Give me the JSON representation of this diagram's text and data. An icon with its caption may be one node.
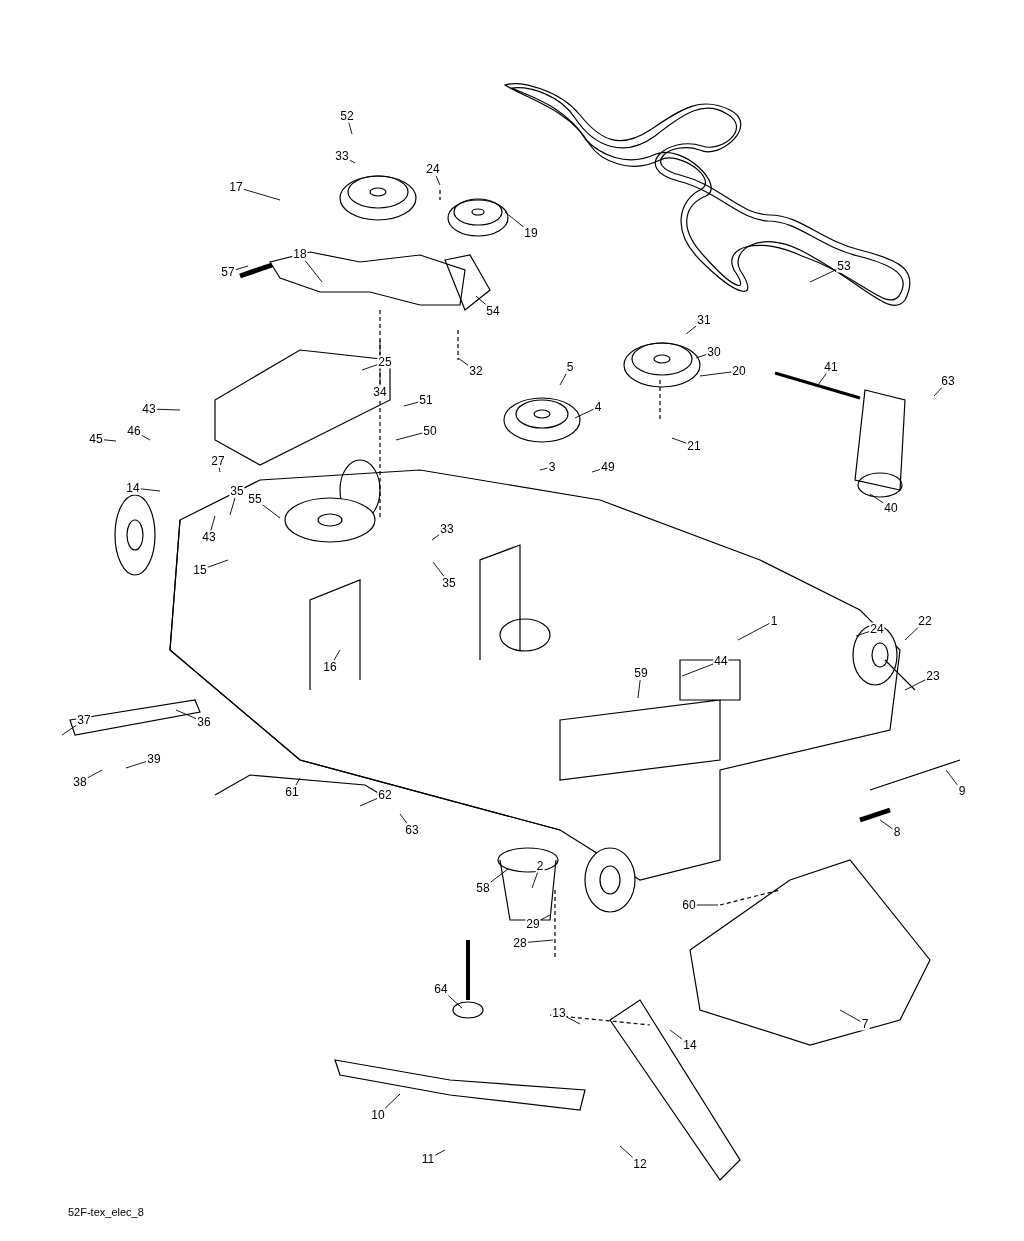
{
  "diagram": {
    "nodes": [
      {
        "text": [
          "52"
        ]
      },
      {
        "text": [
          "33"
        ]
      },
      {
        "text": [
          "24"
        ]
      },
      {
        "text": [
          "17"
        ]
      },
      {
        "text": [
          "19"
        ]
      },
      {
        "text": [
          "57"
        ]
      },
      {
        "text": [
          "18"
        ]
      },
      {
        "text": [
          "53"
        ]
      },
      {
        "text": [
          "54"
        ]
      },
      {
        "text": [
          "31"
        ]
      },
      {
        "text": [
          "30"
        ]
      },
      {
        "text": [
          "20"
        ]
      },
      {
        "text": [
          "34"
        ]
      },
      {
        "text": [
          "32"
        ]
      },
      {
        "text": [
          "25"
        ]
      },
      {
        "text": [
          "5"
        ]
      },
      {
        "text": [
          "4"
        ]
      },
      {
        "text": [
          "41"
        ]
      },
      {
        "text": [
          "63"
        ]
      },
      {
        "text": [
          "43"
        ]
      },
      {
        "text": [
          "51"
        ]
      },
      {
        "text": [
          "50"
        ]
      },
      {
        "text": [
          "45"
        ]
      },
      {
        "text": [
          "46"
        ]
      },
      {
        "text": [
          "27"
        ]
      },
      {
        "text": [
          "3"
        ]
      },
      {
        "text": [
          "49"
        ]
      },
      {
        "text": [
          "21"
        ]
      },
      {
        "text": [
          "40"
        ]
      },
      {
        "text": [
          "14"
        ]
      },
      {
        "text": [
          "35"
        ]
      },
      {
        "text": [
          "43"
        ]
      },
      {
        "text": [
          "55"
        ]
      },
      {
        "text": [
          "33"
        ]
      },
      {
        "text": [
          "35"
        ]
      },
      {
        "text": [
          "15"
        ]
      },
      {
        "text": [
          "1"
        ]
      },
      {
        "text": [
          "24"
        ]
      },
      {
        "text": [
          "22"
        ]
      },
      {
        "text": [
          "16"
        ]
      },
      {
        "text": [
          "44"
        ]
      },
      {
        "text": [
          "59"
        ]
      },
      {
        "text": [
          "23"
        ]
      },
      {
        "text": [
          "37"
        ]
      },
      {
        "text": [
          "36"
        ]
      },
      {
        "text": [
          "39"
        ]
      },
      {
        "text": [
          "38"
        ]
      },
      {
        "text": [
          "61"
        ]
      },
      {
        "text": [
          "62"
        ]
      },
      {
        "text": [
          "63"
        ]
      },
      {
        "text": [
          "9"
        ]
      },
      {
        "text": [
          "8"
        ]
      },
      {
        "text": [
          "58"
        ]
      },
      {
        "text": [
          "2"
        ]
      },
      {
        "text": [
          "60"
        ]
      },
      {
        "text": [
          "29"
        ]
      },
      {
        "text": [
          "28"
        ]
      },
      {
        "text": [
          "64"
        ]
      },
      {
        "text": [
          "13"
        ]
      },
      {
        "text": [
          "14"
        ]
      },
      {
        "text": [
          "7"
        ]
      },
      {
        "text": [
          "10"
        ]
      },
      {
        "text": [
          "11"
        ]
      },
      {
        "text": [
          "12"
        ]
      }
    ],
    "edges": [
      {
        "from": 0,
        "to": null,
        "arrow": "none"
      },
      {
        "from": 1,
        "to": null,
        "arrow": "none"
      },
      {
        "from": 2,
        "to": null,
        "arrow": "none"
      },
      {
        "from": 3,
        "to": null,
        "arrow": "none"
      },
      {
        "from": 4,
        "to": null,
        "arrow": "none"
      },
      {
        "from": 5,
        "to": null,
        "arrow": "none"
      },
      {
        "from": 6,
        "to": null,
        "arrow": "none"
      },
      {
        "from": 7,
        "to": null,
        "arrow": "none"
      },
      {
        "from": 8,
        "to": null,
        "arrow": "none"
      },
      {
        "from": 9,
        "to": null,
        "arrow": "none"
      },
      {
        "from": 10,
        "to": null,
        "arrow": "none"
      },
      {
        "from": 11,
        "to": null,
        "arrow": "none"
      },
      {
        "from": 12,
        "to": null,
        "arrow": "none"
      },
      {
        "from": 13,
        "to": null,
        "arrow": "none"
      },
      {
        "from": 14,
        "to": null,
        "arrow": "none"
      },
      {
        "from": 15,
        "to": null,
        "arrow": "none"
      },
      {
        "from": 16,
        "to": null,
        "arrow": "none"
      },
      {
        "from": 17,
        "to": null,
        "arrow": "none"
      },
      {
        "from": 18,
        "to": null,
        "arrow": "none"
      },
      {
        "from": 19,
        "to": null,
        "arrow": "none"
      },
      {
        "from": 20,
        "to": null,
        "arrow": "none"
      },
      {
        "from": 21,
        "to": null,
        "arrow": "none"
      },
      {
        "from": 22,
        "to": null,
        "arrow": "none"
      },
      {
        "from": 23,
        "to": null,
        "arrow": "none"
      },
      {
        "from": 24,
        "to": null,
        "arrow": "none"
      },
      {
        "from": 25,
        "to": null,
        "arrow": "none"
      },
      {
        "from": 26,
        "to": null,
        "arrow": "none"
      },
      {
        "from": 27,
        "to": null,
        "arrow": "none"
      },
      {
        "from": 28,
        "to": null,
        "arrow": "none"
      },
      {
        "from": 29,
        "to": null,
        "arrow": "none"
      },
      {
        "from": 30,
        "to": null,
        "arrow": "none"
      },
      {
        "from": 31,
        "to": null,
        "arrow": "none"
      },
      {
        "from": 32,
        "to": null,
        "arrow": "none"
      },
      {
        "from": 33,
        "to": null,
        "arrow": "none"
      },
      {
        "from": 34,
        "to": null,
        "arrow": "none"
      },
      {
        "from": 35,
        "to": null,
        "arrow": "none"
      },
      {
        "from": 36,
        "to": null,
        "arrow": "none"
      },
      {
        "from": 37,
        "to": null,
        "arrow": "none"
      },
      {
        "from": 38,
        "to": null,
        "arrow": "none"
      },
      {
        "from": 39,
        "to": null,
        "arrow": "none"
      },
      {
        "from": 40,
        "to": null,
        "arrow": "none"
      },
      {
        "from": 41,
        "to": null,
        "arrow": "none"
      },
      {
        "from": 42,
        "to": null,
        "arrow": "none"
      },
      {
        "from": 43,
        "to": null,
        "arrow": "none"
      },
      {
        "from": 44,
        "to": null,
        "arrow": "none"
      },
      {
        "from": 45,
        "to": null,
        "arrow": "none"
      },
      {
        "from": 46,
        "to": null,
        "arrow": "none"
      },
      {
        "from": 47,
        "to": null,
        "arrow": "none"
      },
      {
        "from": 48,
        "to": null,
        "arrow": "none"
      },
      {
        "from": 49,
        "to": null,
        "arrow": "none"
      },
      {
        "from": 50,
        "to": null,
        "arrow": "none"
      },
      {
        "from": 51,
        "to": null,
        "arrow": "none"
      },
      {
        "from": 52,
        "to": null,
        "arrow": "none"
      },
      {
        "from": 53,
        "to": null,
        "arrow": "none"
      },
      {
        "from": 54,
        "to": null,
        "arrow": "none"
      },
      {
        "from": 55,
        "to": null,
        "arrow": "none"
      },
      {
        "from": 56,
        "to": null,
        "arrow": "none"
      },
      {
        "from": 57,
        "to": null,
        "arrow": "none"
      },
      {
        "from": 58,
        "to": null,
        "arrow": "none"
      },
      {
        "from": 59,
        "to": null,
        "arrow": "none"
      },
      {
        "from": 60,
        "to": null,
        "arrow": "none"
      },
      {
        "from": 61,
        "to": null,
        "arrow": "none"
      },
      {
        "from": 62,
        "to": null,
        "arrow": "none"
      },
      {
        "from": 63,
        "to": null,
        "arrow": "none"
      }
    ],
    "labels": [
      "52F-tex_elec_8"
    ]
  }
}
